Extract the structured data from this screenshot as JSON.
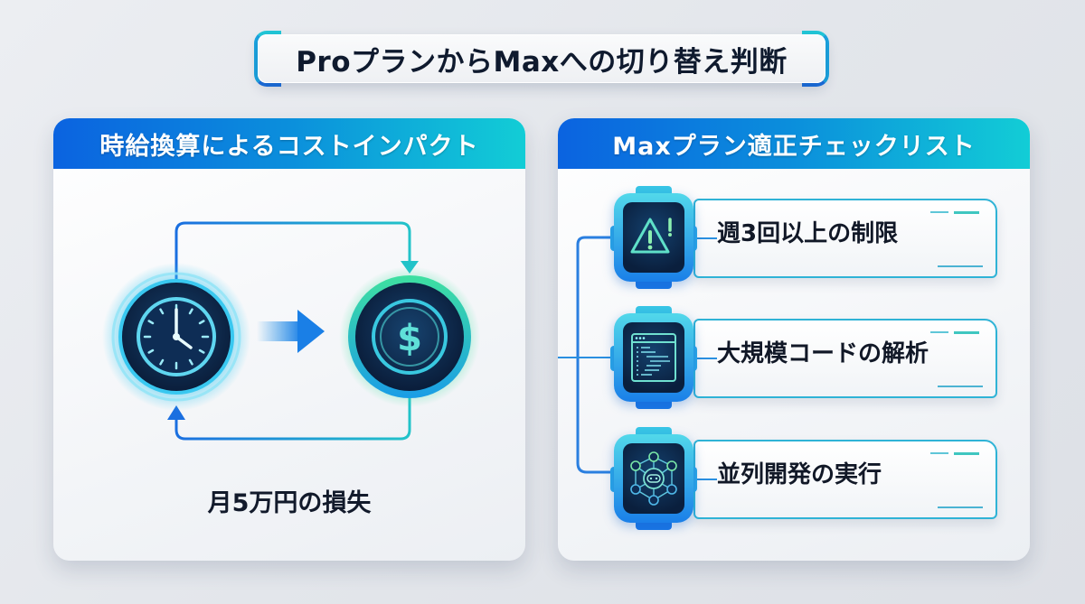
{
  "title": "ProプランからMaxへの切り替え判断",
  "left_panel": {
    "header": "時給換算によるコストインパクト",
    "diagram": {
      "source_icon": "clock-icon",
      "target_icon": "dollar-coin-icon",
      "flow": "clock → dollar (cycle)"
    },
    "caption": "月5万円の損失"
  },
  "right_panel": {
    "header": "Maxプラン適正チェックリスト",
    "items": [
      {
        "icon": "warning-icon",
        "label": "週3回以上の制限"
      },
      {
        "icon": "code-window-icon",
        "label": "大規模コードの解析"
      },
      {
        "icon": "agent-network-icon",
        "label": "並列開発の実行"
      }
    ]
  },
  "colors": {
    "accent_blue": "#0b63e0",
    "accent_cyan": "#12cdd6",
    "accent_green": "#3ee0a0",
    "dark_navy": "#0a1f3d",
    "text": "#111827"
  }
}
